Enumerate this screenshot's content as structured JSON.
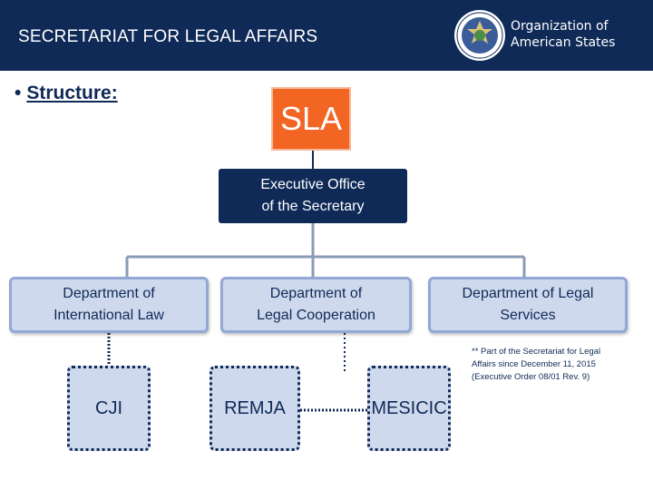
{
  "header": {
    "title": "SECRETARIAT FOR LEGAL AFFAIRS",
    "org_name_line1": "Organization of",
    "org_name_line2": "American States"
  },
  "section": {
    "bullet": "•",
    "label": "Structure:"
  },
  "org_chart": {
    "top": "SLA",
    "executive_line1": "Executive Office",
    "executive_line2": "of the Secretary",
    "departments": [
      {
        "line1": "Department of",
        "line2": "International Law"
      },
      {
        "line1": "Department of",
        "line2": "Legal Cooperation"
      },
      {
        "line1": "Department of Legal",
        "line2": "Services"
      }
    ],
    "units": [
      "CJI",
      "REMJA",
      "MESICIC"
    ]
  },
  "footnote": {
    "line1": "** Part of the Secretariat for Legal",
    "line2": "Affairs since December 11, 2015",
    "line3": "(Executive Order 08/01 Rev. 9)"
  },
  "colors": {
    "navy": "#0f2a57",
    "orange": "#f26522",
    "light_blue": "#cfd9ed",
    "connector": "#8a9bb5"
  }
}
